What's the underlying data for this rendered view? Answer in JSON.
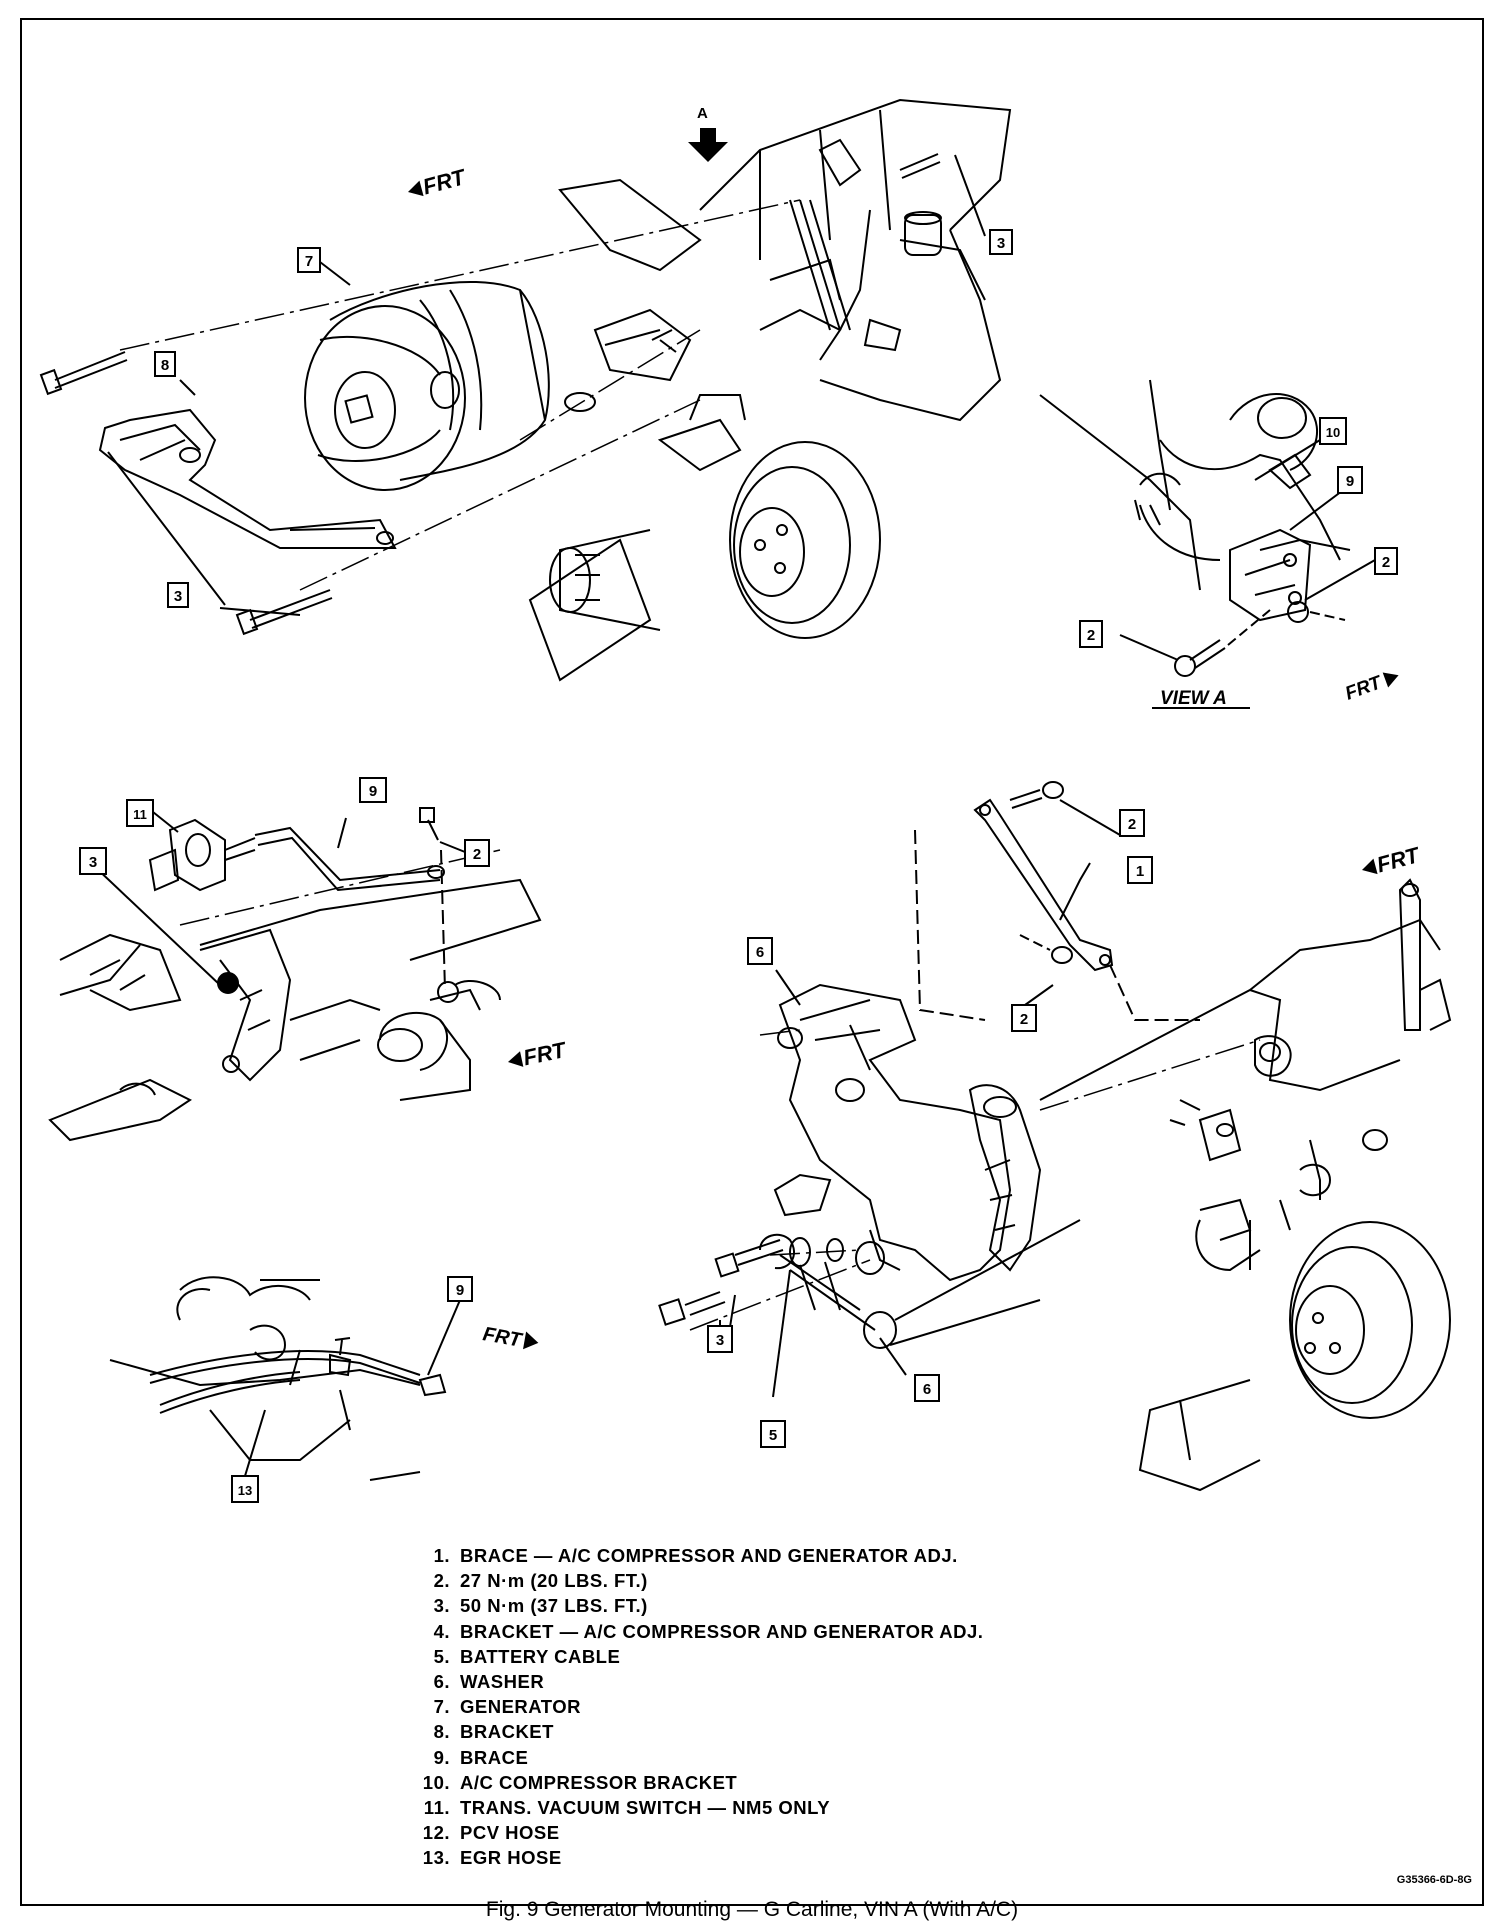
{
  "callouts": {
    "c1": "1",
    "c2a": "2",
    "c2b": "2",
    "c2c": "2",
    "c2d": "2",
    "c2e": "2",
    "c3a": "3",
    "c3b": "3",
    "c3c": "3",
    "c3d": "3",
    "c5": "5",
    "c6a": "6",
    "c6b": "6",
    "c7": "7",
    "c8": "8",
    "c9a": "9",
    "c9b": "9",
    "c9c": "9",
    "c10": "10",
    "c11": "11",
    "c13": "13"
  },
  "markers": {
    "frt1": "FRT",
    "frt2": "FRT",
    "frt3": "FRT",
    "frt4": "FRT",
    "frt5": "FRT",
    "view_a_arrow": "A",
    "view_a_title": "VIEW A"
  },
  "legend": [
    {
      "num": "1.",
      "text": "BRACE — A/C COMPRESSOR AND GENERATOR ADJ."
    },
    {
      "num": "2.",
      "text": "27 N·m (20 LBS. FT.)"
    },
    {
      "num": "3.",
      "text": "50 N·m (37 LBS. FT.)"
    },
    {
      "num": "4.",
      "text": "BRACKET — A/C COMPRESSOR AND GENERATOR ADJ."
    },
    {
      "num": "5.",
      "text": "BATTERY CABLE"
    },
    {
      "num": "6.",
      "text": "WASHER"
    },
    {
      "num": "7.",
      "text": "GENERATOR"
    },
    {
      "num": "8.",
      "text": "BRACKET"
    },
    {
      "num": "9.",
      "text": "BRACE"
    },
    {
      "num": "10.",
      "text": "A/C COMPRESSOR BRACKET"
    },
    {
      "num": "11.",
      "text": "TRANS. VACUUM SWITCH — NM5 ONLY"
    },
    {
      "num": "12.",
      "text": "PCV HOSE"
    },
    {
      "num": "13.",
      "text": "EGR HOSE"
    }
  ],
  "figure_code": "G35366-6D-8G",
  "caption": "Fig. 9 Generator Mounting — G Carline, VIN A (With A/C)"
}
